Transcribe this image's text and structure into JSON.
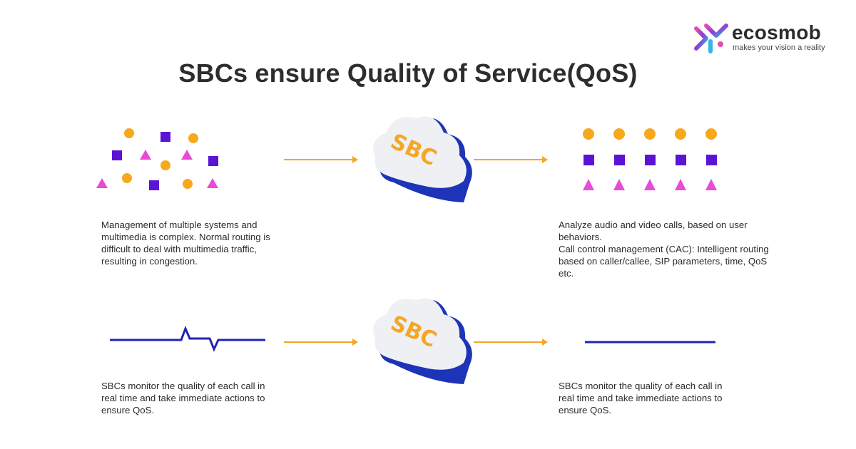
{
  "title": "SBCs ensure Quality of Service(QoS)",
  "logo": {
    "name": "ecosmob",
    "tagline": "makes your vision a reality",
    "icon": "ecosmob-logo-icon"
  },
  "cloud_label": "SBC",
  "colors": {
    "circle": "#f7a81b",
    "square": "#5b13d6",
    "triangle": "#e84bd6",
    "arrow": "#f5a623",
    "line": "#1e24b0",
    "cloud_blue": "#1d34b8",
    "cloud_white": "#eef0f4"
  },
  "row1": {
    "left_text": "Management of multiple systems and multimedia is complex. Normal routing is difficult to deal with multimedia traffic, resulting in congestion.",
    "right_text": "Analyze audio  and video calls, based on user behaviors.\nCall control management (CAC): Intelligent routing based on caller/callee, SIP parameters, time, QoS etc."
  },
  "row2": {
    "left_text": "SBCs monitor the quality of each call in real time and take immediate actions to ensure QoS.",
    "right_text": "SBCs monitor the quality of each call in real time and take immediate actions to ensure QoS."
  }
}
